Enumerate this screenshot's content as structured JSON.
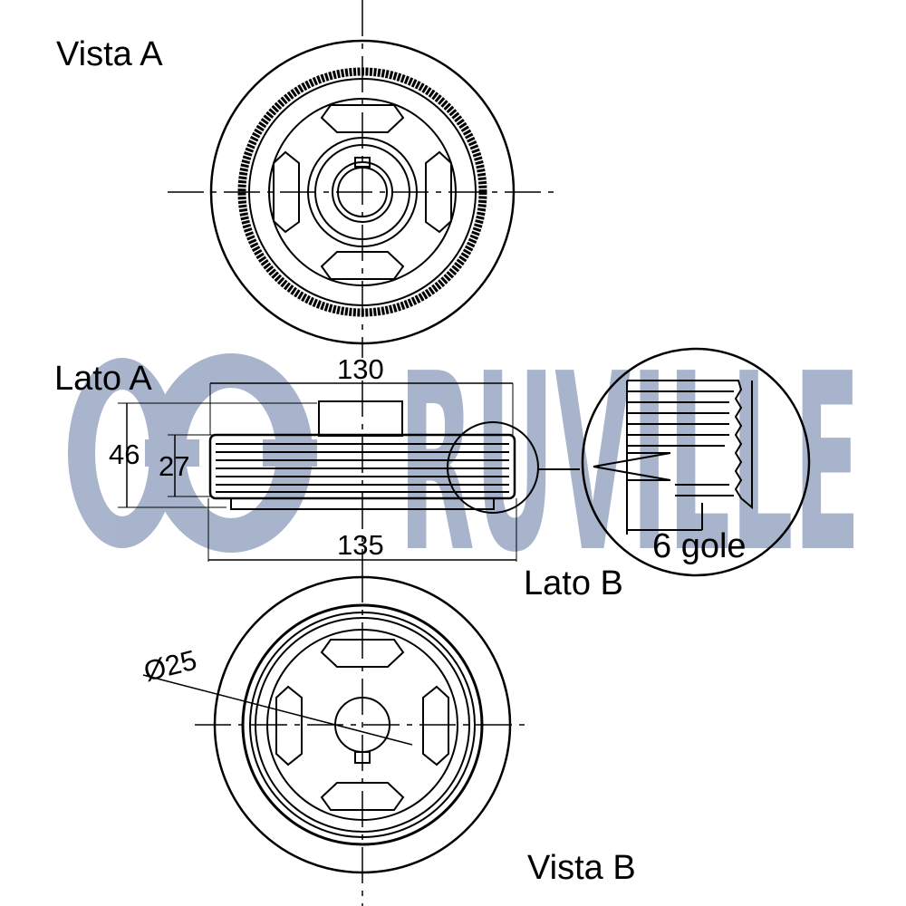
{
  "labels": {
    "vista_a": "Vista A",
    "vista_b": "Vista B",
    "lato_a": "Lato A",
    "lato_b": "Lato B",
    "grooves": "6 gole"
  },
  "dimensions": {
    "width_top": "130",
    "width_bottom": "135",
    "height_outer": "46",
    "height_inner": "27",
    "bore": "Ø25"
  },
  "watermark": {
    "text": "RUVILLE",
    "color": "#9aa7c4"
  }
}
